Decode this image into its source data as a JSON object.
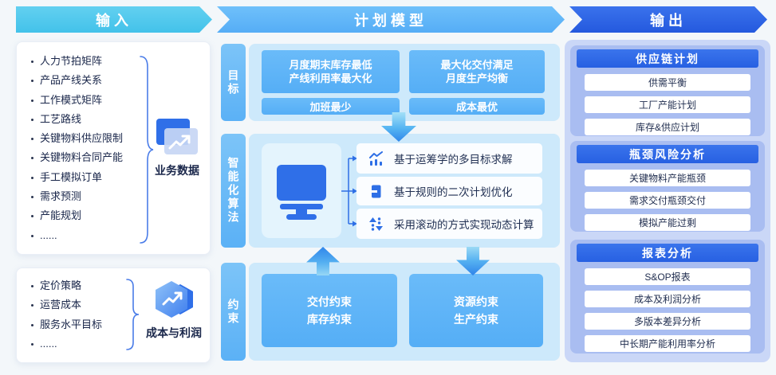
{
  "header": {
    "input": "输入",
    "model": "计划模型",
    "output": "输出"
  },
  "input_panel": {
    "business_data": {
      "items": [
        "人力节拍矩阵",
        "产品产线关系",
        "工作模式矩阵",
        "工艺路线",
        "关键物料供应限制",
        "关键物料合同产能",
        "手工模拟订单",
        "需求预测",
        "产能规划",
        "......"
      ],
      "label": "业务数据"
    },
    "cost_profit": {
      "items": [
        "定价策略",
        "运营成本",
        "服务水平目标",
        "......"
      ],
      "label": "成本与利润"
    }
  },
  "model_panel": {
    "goal": {
      "tab": "目标",
      "box1": {
        "line1": "月度期末库存最低",
        "line2": "产线利用率最大化"
      },
      "box2": {
        "line1": "最大化交付满足",
        "line2": "月度生产均衡"
      },
      "box3": "加班最少",
      "box4": "成本最优"
    },
    "algorithm": {
      "tab": "智能化算法",
      "items": [
        {
          "icon": "chart-trend-icon",
          "text": "基于运筹学的多目标求解"
        },
        {
          "icon": "document-icon",
          "text": "基于规则的二次计划优化"
        },
        {
          "icon": "rolling-arrows-icon",
          "text": "采用滚动的方式实现动态计算"
        }
      ]
    },
    "constraint": {
      "tab": "约束",
      "left": {
        "line1": "交付约束",
        "line2": "库存约束"
      },
      "right": {
        "line1": "资源约束",
        "line2": "生产约束"
      }
    }
  },
  "output_panel": {
    "groups": [
      {
        "title": "供应链计划",
        "items": [
          "供需平衡",
          "工厂产能计划",
          "库存&供应计划"
        ]
      },
      {
        "title": "瓶颈风险分析",
        "items": [
          "关键物料产能瓶颈",
          "需求交付瓶颈交付",
          "模拟产能过剩"
        ]
      },
      {
        "title": "报表分析",
        "items": [
          "S&OP报表",
          "成本及利润分析",
          "多版本差异分析",
          "中长期产能利用率分析"
        ]
      }
    ]
  },
  "colors": {
    "input_banner": "#4ec6eb",
    "model_banner": "#5fb4f7",
    "output_banner": "#2d66e6",
    "model_container": "#cde9fb",
    "model_box": "#5fb4f7",
    "output_group_bg": "#a9bdf1",
    "accent_blue": "#2f6fe8",
    "background": "#f3f7fa"
  }
}
